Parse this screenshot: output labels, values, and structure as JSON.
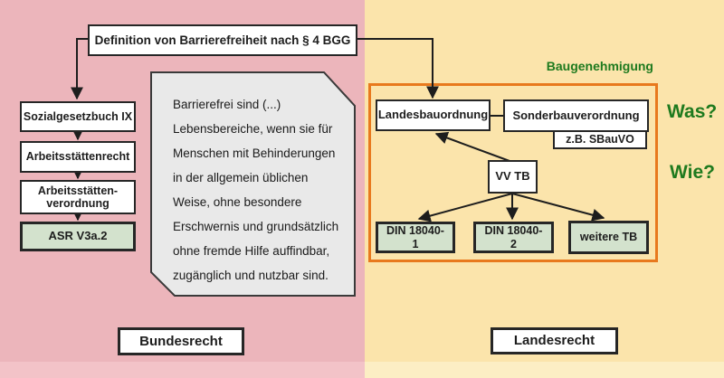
{
  "title_box": {
    "label": "Definition von Barrierefreiheit nach § 4 BGG"
  },
  "left_column": {
    "sozialgesetzbuch": "Sozialgesetzbuch IX",
    "arbeitsstaettenrecht": "Arbeitsstättenrecht",
    "arbeitsstaettenverordnung": "Arbeitsstätten-\nverordnung",
    "asr": "ASR V3a.2"
  },
  "quote_bubble": {
    "text": "Barrierefrei sind (...)\nLebensbereiche, wenn sie für\nMenschen mit Behinderungen\nin der allgemein üblichen\nWeise, ohne besondere\nErschwernis und grundsätzlich\nohne fremde Hilfe auffindbar,\nzugänglich und nutzbar sind."
  },
  "building_permit_group": {
    "heading": "Baugenehmigung",
    "landesbauordnung": "Landesbauordnung",
    "sonderbauverordnung": "Sonderbauverordnung",
    "sbauvo_example": "z.B. SBauVO",
    "vv_tb": "VV TB",
    "din_18040_1": "DIN 18040-\n1",
    "din_18040_2": "DIN 18040-\n2",
    "weitere_tb": "weitere TB"
  },
  "questions": {
    "was": "Was?",
    "wie": "Wie?"
  },
  "footer": {
    "bundesrecht": "Bundesrecht",
    "landesrecht": "Landesrecht"
  },
  "colors": {
    "federal_bg": "#ecb5bb",
    "state_bg": "#fbe4ab",
    "frame_orange": "#e8791d",
    "green_text": "#1e7a1e",
    "green_box_bg": "#d3e2cd",
    "bubble_bg": "#e9e9e9"
  }
}
